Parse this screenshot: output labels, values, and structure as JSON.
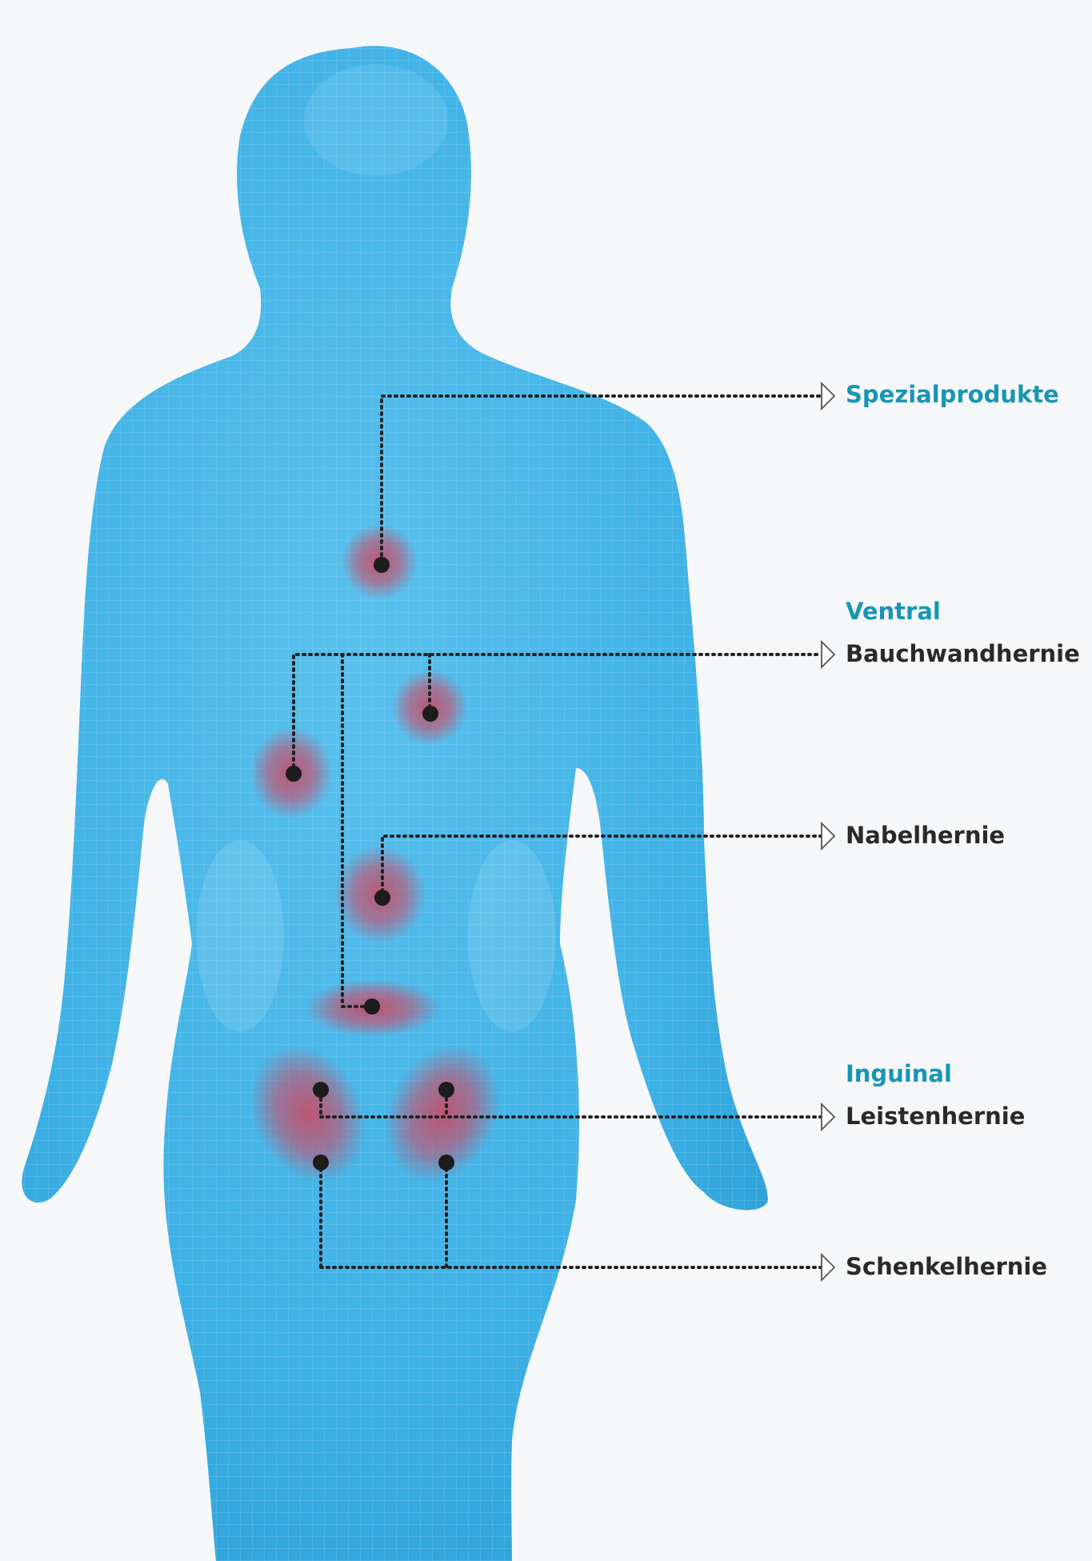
{
  "colors": {
    "body_fill": "#3cb1e6",
    "body_light": "#7fcff2",
    "category_text": "#1796b4",
    "label_text": "#2a2a2a",
    "hotspot_glow": "#d2445e",
    "marker_dot": "#1c1c1c",
    "connector_line": "#222222"
  },
  "labels": {
    "spezialprodukte": "Spezialprodukte",
    "ventral_category": "Ventral",
    "bauchwandhernie": "Bauchwandhernie",
    "nabelhernie": "Nabelhernie",
    "inguinal_category": "Inguinal",
    "leistenhernie": "Leistenhernie",
    "schenkelhernie": "Schenkelhernie"
  }
}
